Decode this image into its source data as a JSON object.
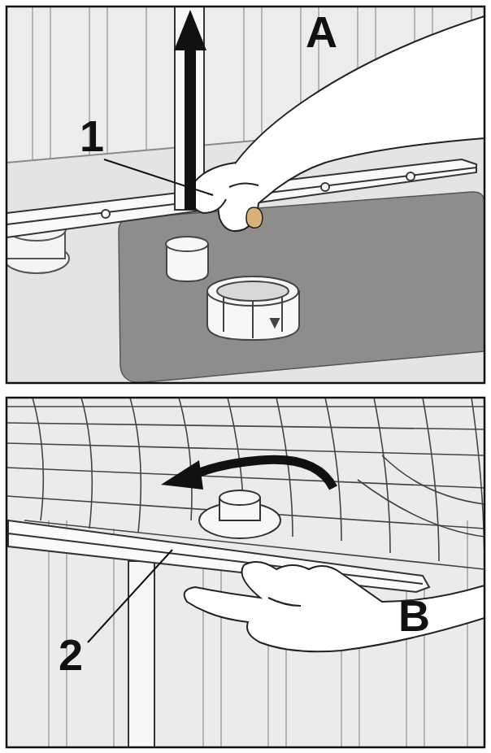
{
  "diagram": {
    "labels": [
      "A",
      "1",
      "B",
      "2"
    ]
  }
}
